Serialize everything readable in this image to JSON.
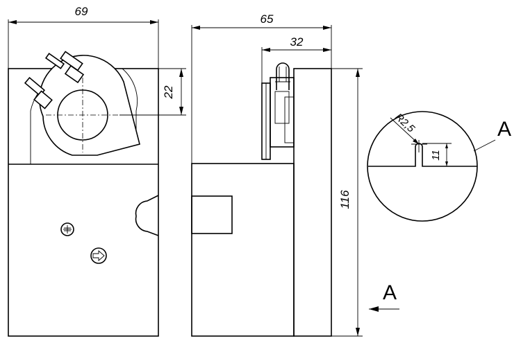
{
  "dimensions": {
    "front_width": "69",
    "side_width": "65",
    "side_top_width": "32",
    "height": "116",
    "shaft_offset": "22",
    "slot_depth": "11",
    "slot_radius": "R2,5"
  },
  "section_labels": {
    "detail_label": "A",
    "view_label": "A"
  },
  "colors": {
    "line": "#000000",
    "background": "#ffffff"
  },
  "icons": {
    "plus_screw": "screw-plus-icon",
    "arrow_screw": "screw-arrow-icon"
  }
}
